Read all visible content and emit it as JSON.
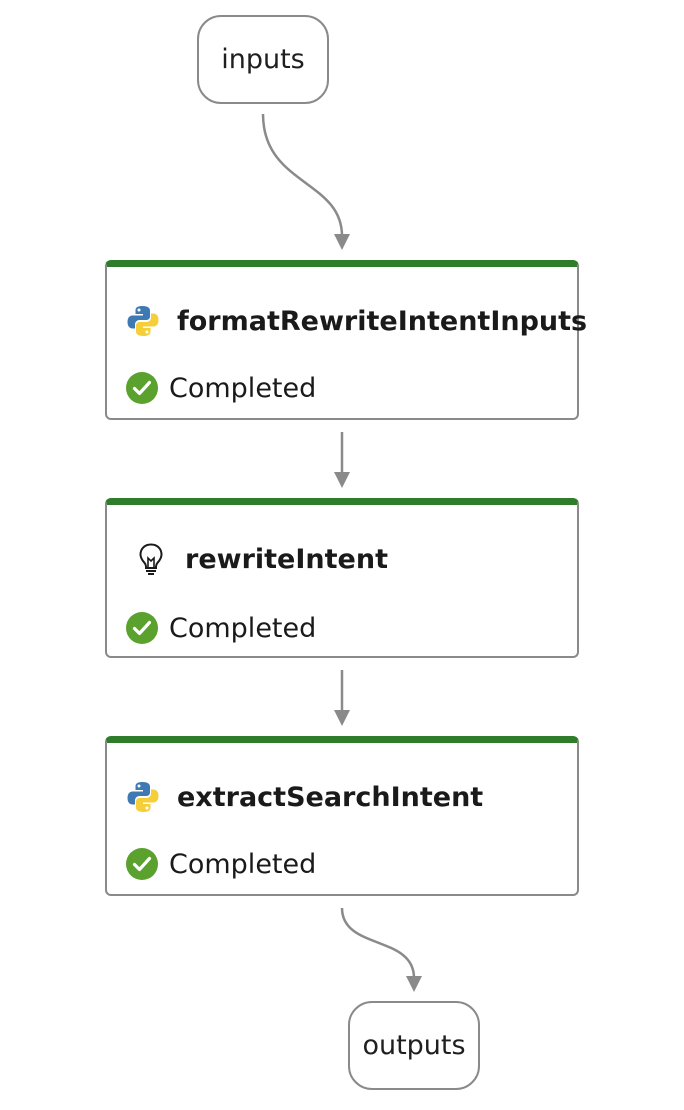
{
  "flow": {
    "inputs_label": "inputs",
    "outputs_label": "outputs",
    "steps": [
      {
        "name": "formatRewriteIntentInputs",
        "icon": "python-icon",
        "status": "Completed"
      },
      {
        "name": "rewriteIntent",
        "icon": "lightbulb-icon",
        "status": "Completed"
      },
      {
        "name": "extractSearchIntent",
        "icon": "python-icon",
        "status": "Completed"
      }
    ]
  },
  "colors": {
    "completed_bar": "#2f7d2a",
    "success_check": "#5aa12e",
    "node_border": "#8a8a8a",
    "edge": "#8a8a8a",
    "python_blue": "#3f79b3",
    "python_yellow": "#f5cf3a"
  }
}
